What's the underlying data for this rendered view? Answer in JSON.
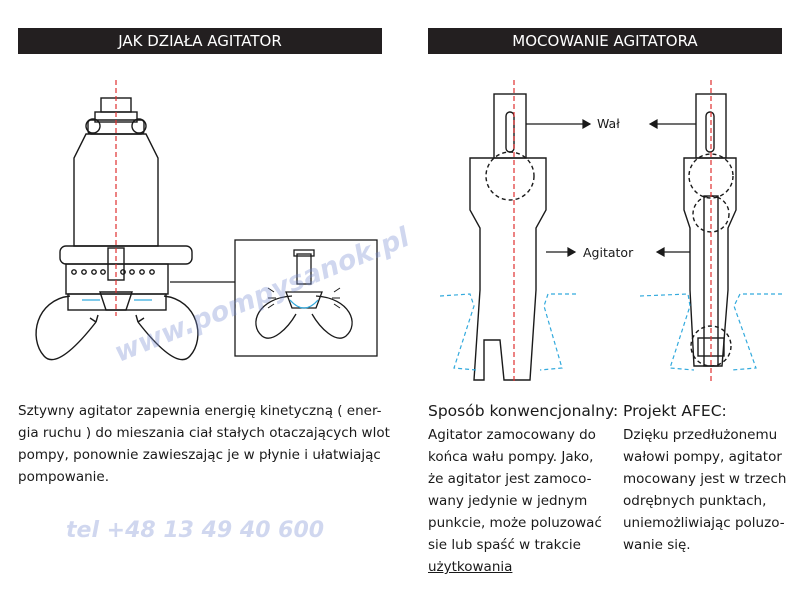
{
  "left_panel": {
    "title": "JAK DZIAŁA AGITATOR",
    "description_lines": [
      "Sztywny agitator zapewnia energię kinetyczną ( ener-",
      "gia ruchu ) do mieszania ciał stałych otaczających wlot",
      "pompy, ponownie zawieszając je w płynie i ułatwiając",
      "pompowanie."
    ]
  },
  "right_panel": {
    "title": "MOCOWANIE AGITATORA",
    "label_shaft": "Wał",
    "label_agitator": "Agitator",
    "conventional": {
      "heading": "Sposób konwencjonalny:",
      "lines": [
        "Agitator zamocowany do",
        "końca wału pompy. Jako,",
        "że agitator jest zamoco-",
        "wany jedynie w jednym",
        "punkcie, może poluzować",
        "sie lub spaść w trakcie",
        "użytkowania"
      ]
    },
    "afec": {
      "heading": "Projekt AFEC:",
      "lines": [
        "Dzięku przedłużonemu",
        "wałowi pompy, agitator",
        "mocowany jest w trzech",
        "odrębnych punktach,",
        "uniemożliwiając poluzo-",
        "wanie się."
      ]
    }
  },
  "watermark": {
    "site": "www.pompysanok.pl",
    "phone": "tel +48 13 49 40 600"
  },
  "colors": {
    "header_bg": "#231f20",
    "centerline": "#e03030",
    "dashed_blue": "#33aadd",
    "watermark": "#788cd2"
  }
}
